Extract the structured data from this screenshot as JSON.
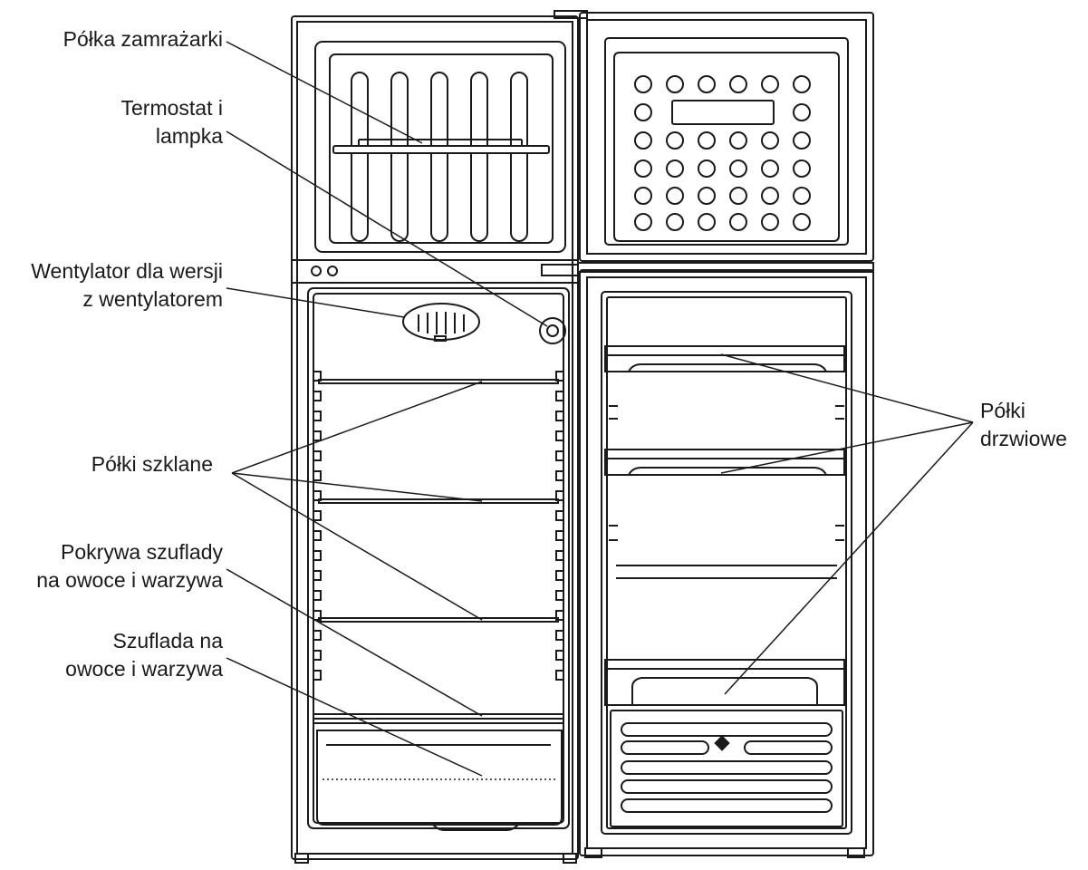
{
  "labels": {
    "freezer_shelf": "Półka zamrażarki",
    "thermostat_l1": "Termostat i",
    "thermostat_l2": "lampka",
    "fan_l1": "Wentylator dla wersji",
    "fan_l2": "z wentylatorem",
    "glass_shelves": "Półki szklane",
    "crisper_cover_l1": "Pokrywa szuflady",
    "crisper_cover_l2": "na owoce i warzywa",
    "crisper_l1": "Szuflada na",
    "crisper_l2": "owoce i warzywa",
    "door_shelves_l1": "Półki",
    "door_shelves_l2": "drzwiowe"
  },
  "colors": {
    "stroke": "#1a1a1a",
    "background": "#ffffff"
  }
}
